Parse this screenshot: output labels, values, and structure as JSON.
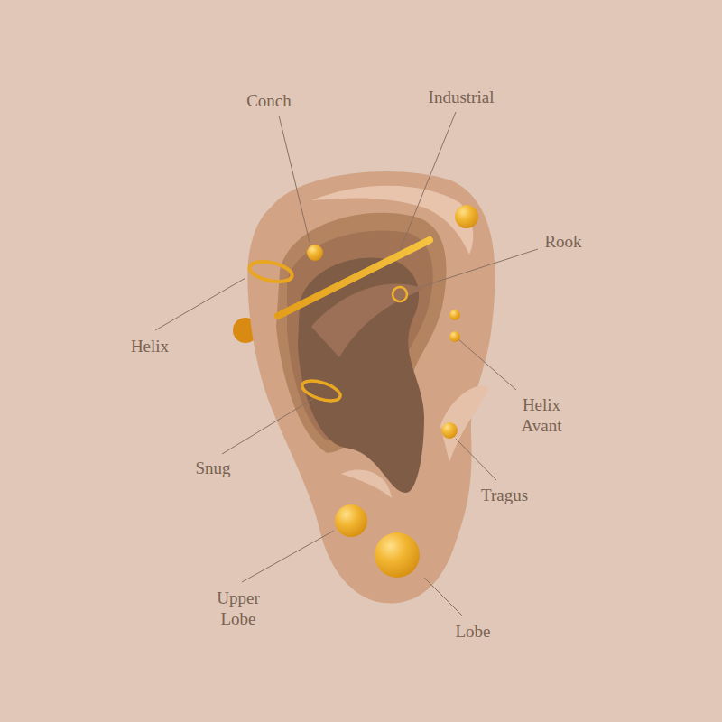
{
  "diagram": {
    "labels": [
      "Conch",
      "Industrial",
      "Rook",
      "Helix",
      "Helix Avant",
      "Snug",
      "Tragus",
      "Upper Lobe",
      "Lobe"
    ]
  }
}
